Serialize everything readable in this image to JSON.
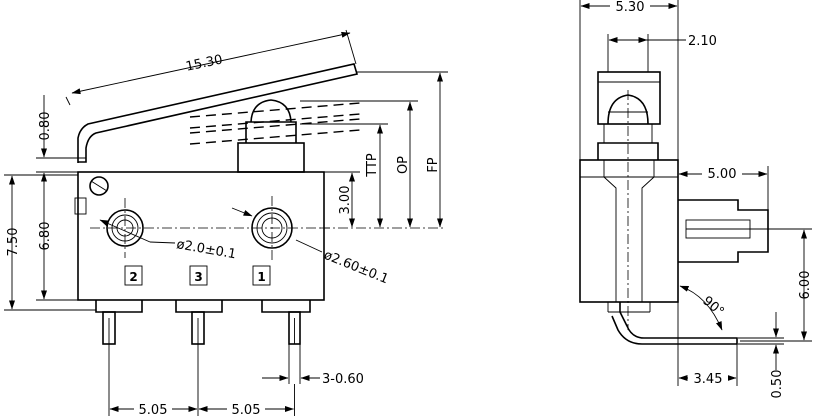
{
  "dims": {
    "lever_length": "15.30",
    "lever_offset": "0.80",
    "height_overall": "7.50",
    "height_body": "6.80",
    "hole_offset": "3.00",
    "ttp": "TTP",
    "op": "OP",
    "fp": "FP",
    "hole_small": "ø2.0±0.1",
    "hole_large": "ø2.60±0.1",
    "terminal_width": "3-0.60",
    "pitch_left": "5.05",
    "pitch_right": "5.05",
    "side_width": "5.30",
    "plunger_width": "2.10",
    "terminal_length": "5.00",
    "terminal_height": "6.00",
    "angle": "90°",
    "bend_offset": "3.45",
    "terminal_thickness": "0.50"
  },
  "pins": {
    "left": "2",
    "middle": "3",
    "right": "1"
  }
}
